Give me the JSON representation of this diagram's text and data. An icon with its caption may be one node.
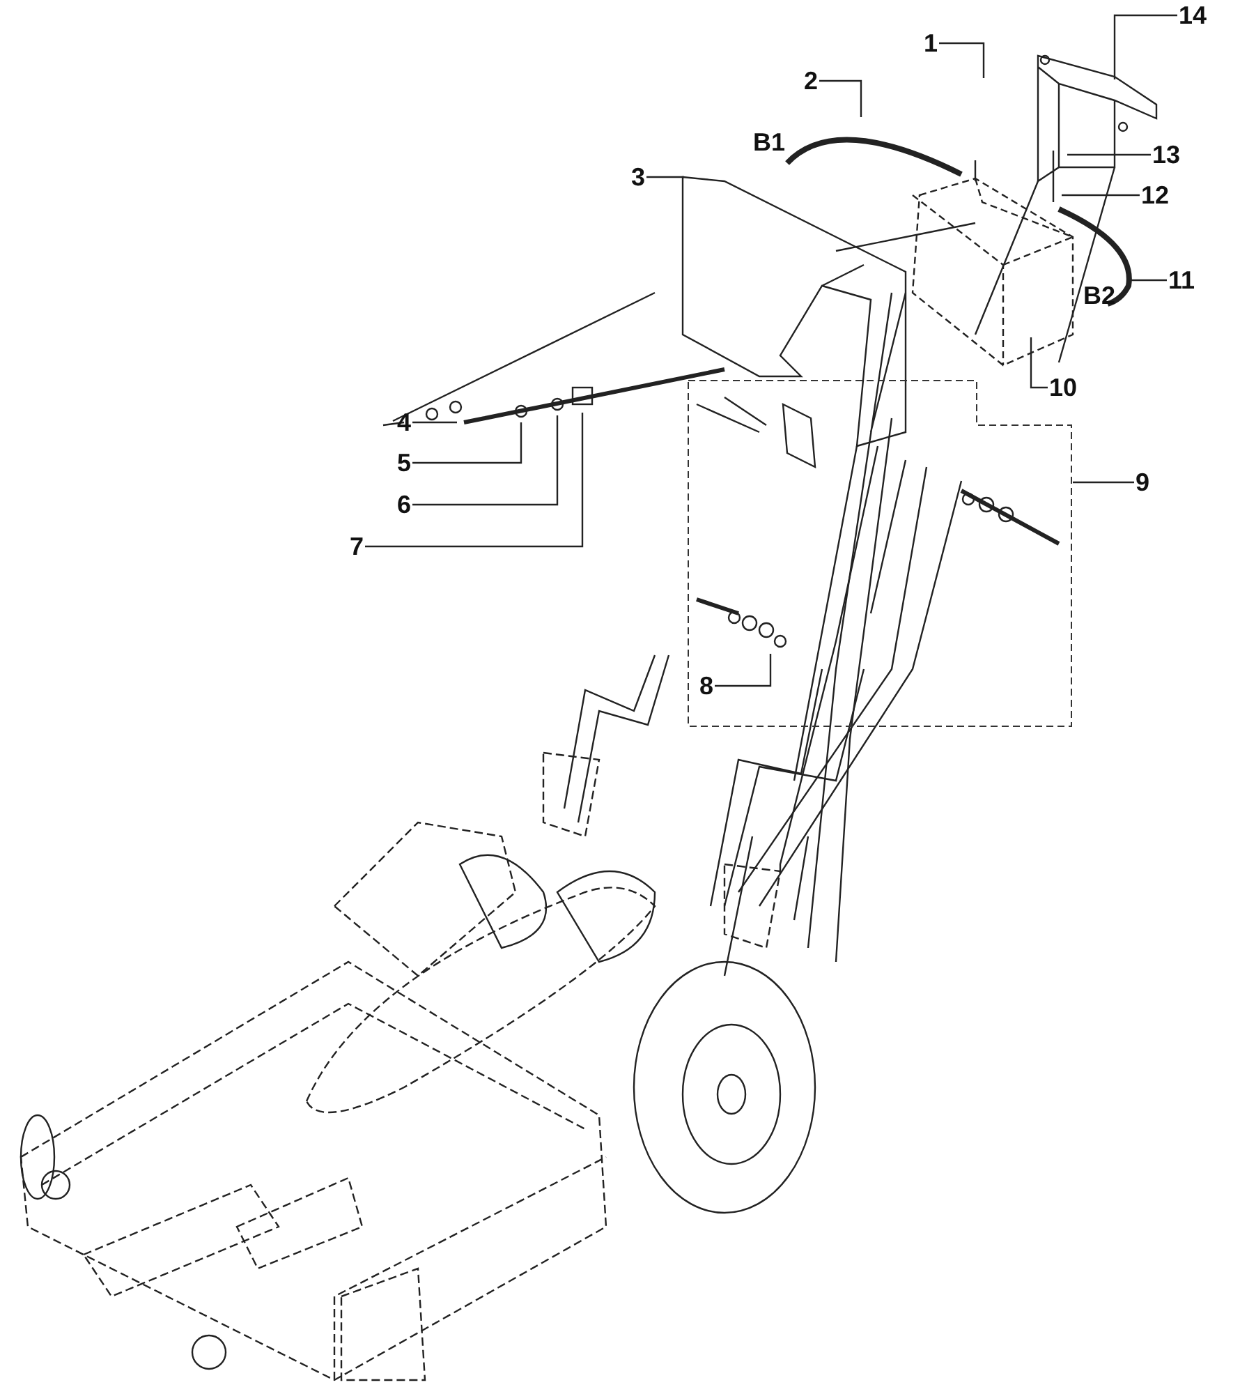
{
  "diagram": {
    "nodes": [
      {
        "text": [
          "1"
        ]
      },
      {
        "text": [
          "2"
        ]
      },
      {
        "text": [
          "3"
        ]
      },
      {
        "text": [
          "4"
        ]
      },
      {
        "text": [
          "5"
        ]
      },
      {
        "text": [
          "6"
        ]
      },
      {
        "text": [
          "7"
        ]
      },
      {
        "text": [],
        "shape": "box"
      },
      {
        "text": [
          "8"
        ],
        "in": 7
      },
      {
        "text": [
          "9"
        ]
      },
      {
        "text": [
          "10"
        ]
      },
      {
        "text": [
          "11"
        ]
      },
      {
        "text": [
          "12"
        ]
      },
      {
        "text": [
          "13"
        ]
      },
      {
        "text": [
          "14"
        ]
      }
    ],
    "edges": [
      {
        "from": 0,
        "to": null,
        "arrow": "none"
      },
      {
        "from": 1,
        "to": null,
        "arrow": "none"
      },
      {
        "from": 2,
        "to": null,
        "arrow": "none"
      },
      {
        "from": 3,
        "to": null,
        "arrow": "none"
      },
      {
        "from": 4,
        "to": null,
        "arrow": "none"
      },
      {
        "from": 5,
        "to": null,
        "arrow": "none"
      },
      {
        "from": 6,
        "to": null,
        "arrow": "none"
      },
      {
        "from": 8,
        "to": null,
        "arrow": "none"
      },
      {
        "from": 9,
        "to": 7,
        "arrow": "none"
      },
      {
        "from": 10,
        "to": null,
        "arrow": "none"
      },
      {
        "from": 11,
        "to": null,
        "arrow": "none"
      },
      {
        "from": 12,
        "to": null,
        "arrow": "none"
      },
      {
        "from": 13,
        "to": null,
        "arrow": "none"
      },
      {
        "from": 14,
        "to": null,
        "arrow": "none"
      }
    ],
    "labels": [
      "B1",
      "B2"
    ]
  }
}
